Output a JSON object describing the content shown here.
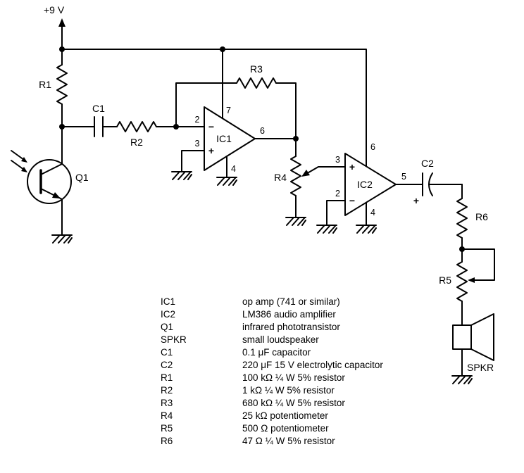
{
  "schematic": {
    "supply": "+9 V",
    "r1": "R1",
    "r2": "R2",
    "r3": "R3",
    "r4": "R4",
    "r5": "R5",
    "r6": "R6",
    "c1": "C1",
    "c2": "C2",
    "q1": "Q1",
    "ic1": "IC1",
    "ic2": "IC2",
    "spkr": "SPKR",
    "plus": "+",
    "minus": "−",
    "c2_plus": "+",
    "ic1_pin2": "2",
    "ic1_pin3": "3",
    "ic1_pin7": "7",
    "ic1_pin6": "6",
    "ic1_pin4": "4",
    "ic2_pin3": "3",
    "ic2_pin2": "2",
    "ic2_pin6": "6",
    "ic2_pin5": "5",
    "ic2_pin4": "4"
  },
  "parts": [
    {
      "ref": "IC1",
      "desc": "op amp (741 or similar)"
    },
    {
      "ref": "IC2",
      "desc": "LM386 audio amplifier"
    },
    {
      "ref": "Q1",
      "desc": "infrared phototransistor"
    },
    {
      "ref": "SPKR",
      "desc": "small loudspeaker"
    },
    {
      "ref": "C1",
      "desc": "0.1 μF capacitor"
    },
    {
      "ref": "C2",
      "desc": "220 μF 15 V electrolytic capacitor"
    },
    {
      "ref": "R1",
      "desc": "100 kΩ ¼ W 5% resistor"
    },
    {
      "ref": "R2",
      "desc": "1 kΩ ¼ W 5% resistor"
    },
    {
      "ref": "R3",
      "desc": "680 kΩ ¼ W 5% resistor"
    },
    {
      "ref": "R4",
      "desc": "25 kΩ potentiometer"
    },
    {
      "ref": "R5",
      "desc": "500 Ω potentiometer"
    },
    {
      "ref": "R6",
      "desc": "47 Ω ¼ W 5% resistor"
    }
  ]
}
